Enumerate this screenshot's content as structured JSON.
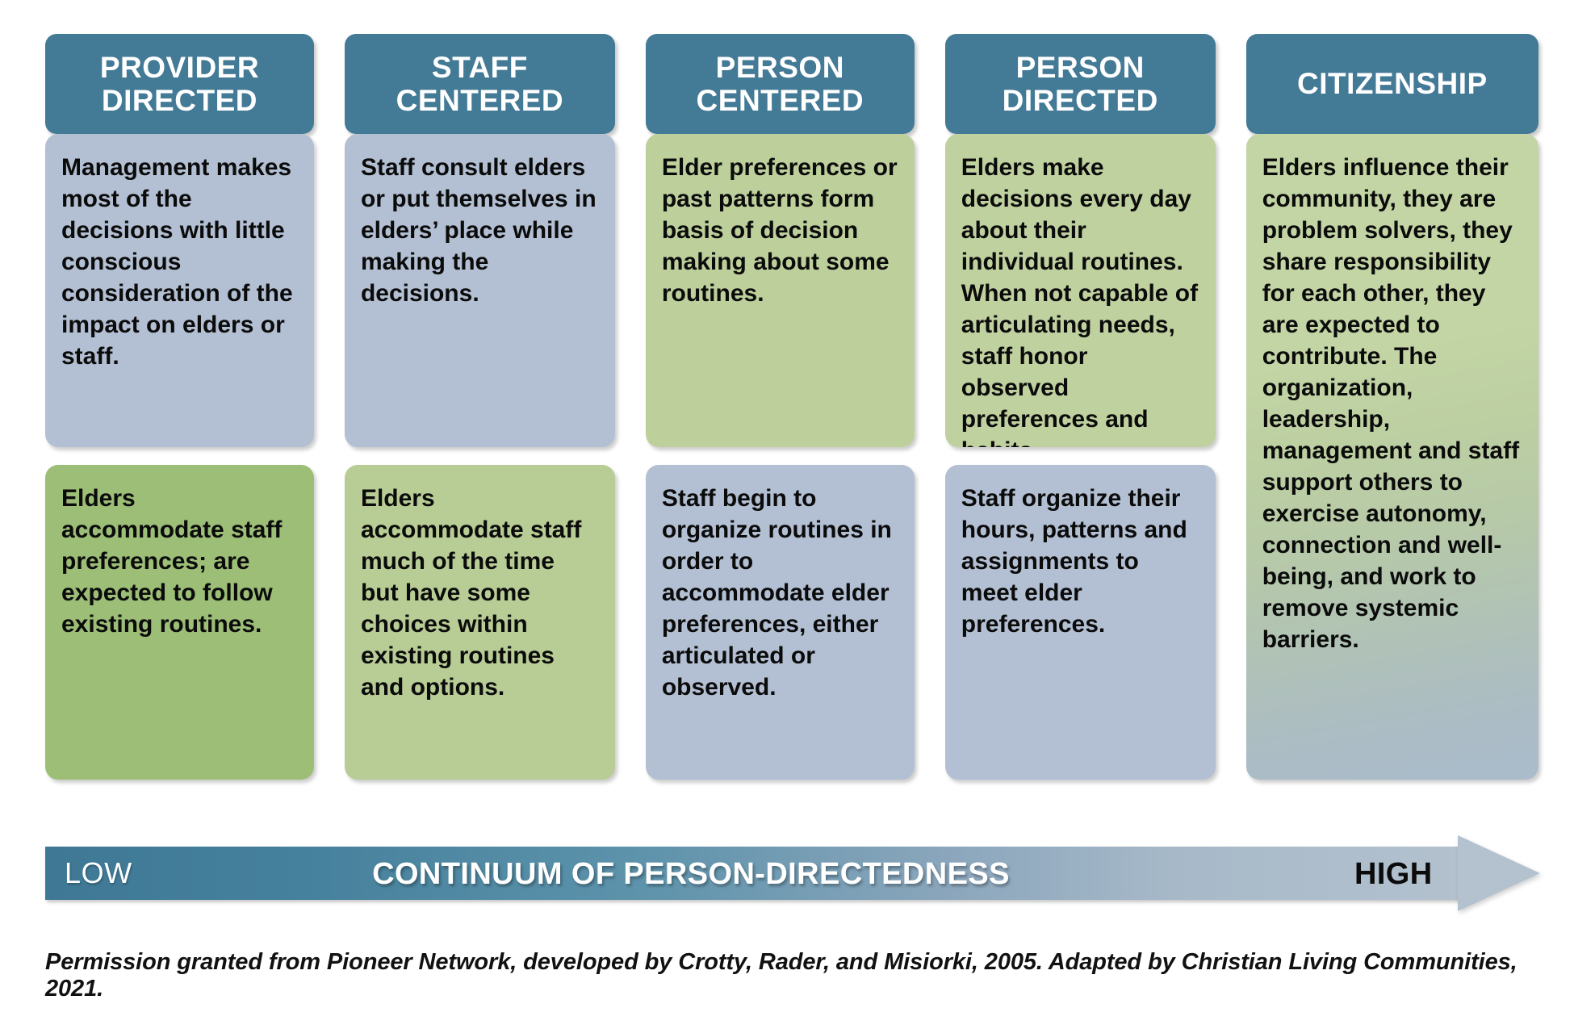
{
  "title": "Continuum of Person-Directedness",
  "colors": {
    "header_blue": "#437a96",
    "card_blue": "#b3c0d3",
    "card_green": "#9cbe77",
    "card_green_light": "#b8cd95",
    "arrow_start": "#3e7894",
    "arrow_end": "#b4c2cf",
    "text_dark": "#0b0b0b",
    "text_light": "#ffffff"
  },
  "columns": [
    {
      "header": "PROVIDER\nDIRECTED",
      "cards": [
        {
          "tone": "blue",
          "text": "Management makes most of the decisions with little conscious consideration of the impact on elders or staff."
        },
        {
          "tone": "green",
          "text": "Elders accommodate staff preferences; are expected to follow existing routines."
        }
      ]
    },
    {
      "header": "STAFF\nCENTERED",
      "cards": [
        {
          "tone": "blue",
          "text": "Staff consult elders or put themselves in elders’ place while making the decisions."
        },
        {
          "tone": "green-lt",
          "text": "Elders accommodate staff much of the time but have some choices within existing routines and options."
        }
      ]
    },
    {
      "header": "PERSON\nCENTERED",
      "cards": [
        {
          "tone": "green-md",
          "text": "Elder preferences or past patterns form basis of decision making about some routines."
        },
        {
          "tone": "blue",
          "text": "Staff begin to organize routines in order to accommodate elder preferences, either articulated or observed."
        }
      ]
    },
    {
      "header": "PERSON\nDIRECTED",
      "cards": [
        {
          "tone": "green-sage",
          "text": "Elders make decisions every day about their individual routines. When not capable of articulating needs, staff honor observed preferences and habits."
        },
        {
          "tone": "blue",
          "text": "Staff organize their hours, patterns and assignments to meet elder preferences."
        }
      ]
    },
    {
      "header": "CITIZENSHIP",
      "cards": [
        {
          "tone": "grad",
          "text": "Elders influence their community, they are problem solvers, they share responsibility for each other, they are expected to contribute. The organization, leadership, management and staff support others to exercise autonomy, connection and well-being, and work to remove systemic barriers."
        }
      ]
    }
  ],
  "continuum": {
    "low_label": "LOW",
    "center_label": "CONTINUUM OF PERSON-DIRECTEDNESS",
    "high_label": "HIGH"
  },
  "footer": {
    "credit": "Permission granted from Pioneer Network, developed by Crotty, Rader, and Misiorki, 2005. Adapted by Christian Living Communities, 2021."
  }
}
